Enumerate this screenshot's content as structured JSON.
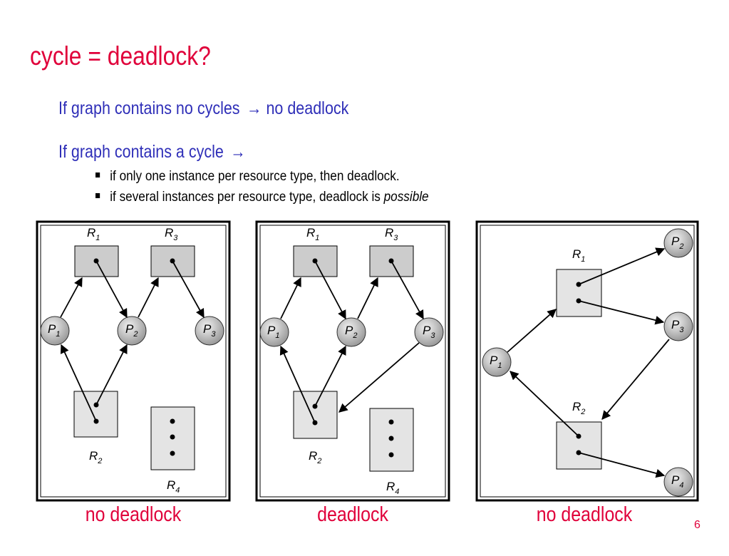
{
  "slide": {
    "title": "cycle = deadlock?",
    "line1_text": "If graph contains no cycles",
    "line1_tail": "no deadlock",
    "line2_text": "If graph contains a cycle",
    "arrow": "→",
    "bullets": [
      {
        "text": "if only one instance per resource type, then deadlock.",
        "emph": ""
      },
      {
        "text": "if several instances per resource type, deadlock is ",
        "emph": "possible"
      }
    ],
    "page_number": "6"
  },
  "diagrams": [
    {
      "caption": "no deadlock",
      "nodes": [
        {
          "id": "R1",
          "letter": "R",
          "sub": "1"
        },
        {
          "id": "R3",
          "letter": "R",
          "sub": "3"
        },
        {
          "id": "R2",
          "letter": "R",
          "sub": "2"
        },
        {
          "id": "R4",
          "letter": "R",
          "sub": "4"
        },
        {
          "id": "P1",
          "letter": "P",
          "sub": "1"
        },
        {
          "id": "P2",
          "letter": "P",
          "sub": "2"
        },
        {
          "id": "P3",
          "letter": "P",
          "sub": "3"
        }
      ]
    },
    {
      "caption": "deadlock",
      "nodes": [
        {
          "id": "R1",
          "letter": "R",
          "sub": "1"
        },
        {
          "id": "R3",
          "letter": "R",
          "sub": "3"
        },
        {
          "id": "R2",
          "letter": "R",
          "sub": "2"
        },
        {
          "id": "R4",
          "letter": "R",
          "sub": "4"
        },
        {
          "id": "P1",
          "letter": "P",
          "sub": "1"
        },
        {
          "id": "P2",
          "letter": "P",
          "sub": "2"
        },
        {
          "id": "P3",
          "letter": "P",
          "sub": "3"
        }
      ]
    },
    {
      "caption": "no deadlock",
      "nodes": [
        {
          "id": "R1",
          "letter": "R",
          "sub": "1"
        },
        {
          "id": "R2",
          "letter": "R",
          "sub": "2"
        },
        {
          "id": "P1",
          "letter": "P",
          "sub": "1"
        },
        {
          "id": "P2",
          "letter": "P",
          "sub": "2"
        },
        {
          "id": "P3",
          "letter": "P",
          "sub": "3"
        },
        {
          "id": "P4",
          "letter": "P",
          "sub": "4"
        }
      ]
    }
  ]
}
